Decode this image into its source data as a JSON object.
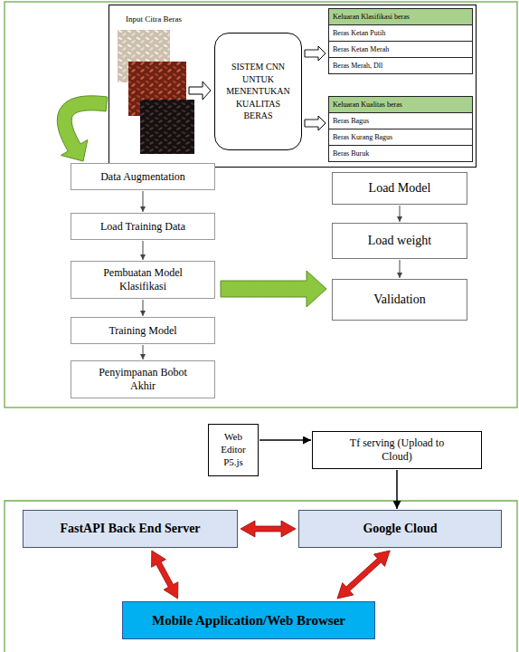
{
  "diagram": {
    "nodes": [
      {
        "text": [
          "Input Citra Beras"
        ]
      },
      {
        "text": [
          "SISTEM CNN UNTUK MENENTUKAN KUALITAS BERAS"
        ],
        "in": 0
      },
      {
        "text": [
          "Keluaran Klasifikasi beras",
          "Beras Ketan Putih",
          "Beras Ketan Merah",
          "Beras Merah, Dll"
        ],
        "in": 0
      },
      {
        "text": [
          "Keluaran Kualitas beras",
          "Beras Bagus",
          "Beras Kurang Bagus",
          "Beras Buruk"
        ],
        "in": 0
      },
      {
        "text": [
          "Data Augmentation"
        ]
      },
      {
        "text": [
          "Load Training Data"
        ]
      },
      {
        "text": [
          "Pembuatan Model Klasifikasi"
        ]
      },
      {
        "text": [
          "Training Model"
        ]
      },
      {
        "text": [
          "Penyimpanan Bobot Akhir"
        ]
      },
      {
        "text": [
          "Load Model"
        ]
      },
      {
        "text": [
          "Load weight"
        ]
      },
      {
        "text": [
          "Validation"
        ]
      },
      {
        "text": [
          "Web Editor P5.js"
        ]
      },
      {
        "text": [
          "Tf serving (Upload to Cloud)"
        ]
      },
      {
        "text": [
          "FastAPI Back End Server"
        ]
      },
      {
        "text": [
          "Google Cloud"
        ]
      },
      {
        "text": [
          "Mobile Application/Web Browser"
        ]
      }
    ],
    "edges": [
      {
        "from": 1,
        "to": 2,
        "arrow": "to"
      },
      {
        "from": 1,
        "to": 3,
        "arrow": "to"
      },
      {
        "from": 0,
        "to": 4,
        "arrow": "to"
      },
      {
        "from": 4,
        "to": 5,
        "arrow": "to"
      },
      {
        "from": 5,
        "to": 6,
        "arrow": "to"
      },
      {
        "from": 6,
        "to": 7,
        "arrow": "to"
      },
      {
        "from": 7,
        "to": 8,
        "arrow": "to"
      },
      {
        "from": 6,
        "to": 11,
        "arrow": "to"
      },
      {
        "from": 9,
        "to": 10,
        "arrow": "to"
      },
      {
        "from": 10,
        "to": 11,
        "arrow": "to"
      },
      {
        "from": 12,
        "to": 13,
        "arrow": "to"
      },
      {
        "from": 13,
        "to": 15,
        "arrow": "to"
      },
      {
        "from": 14,
        "to": 15,
        "arrow": "both"
      },
      {
        "from": 14,
        "to": 16,
        "arrow": "both"
      },
      {
        "from": 15,
        "to": 16,
        "arrow": "both"
      }
    ]
  }
}
